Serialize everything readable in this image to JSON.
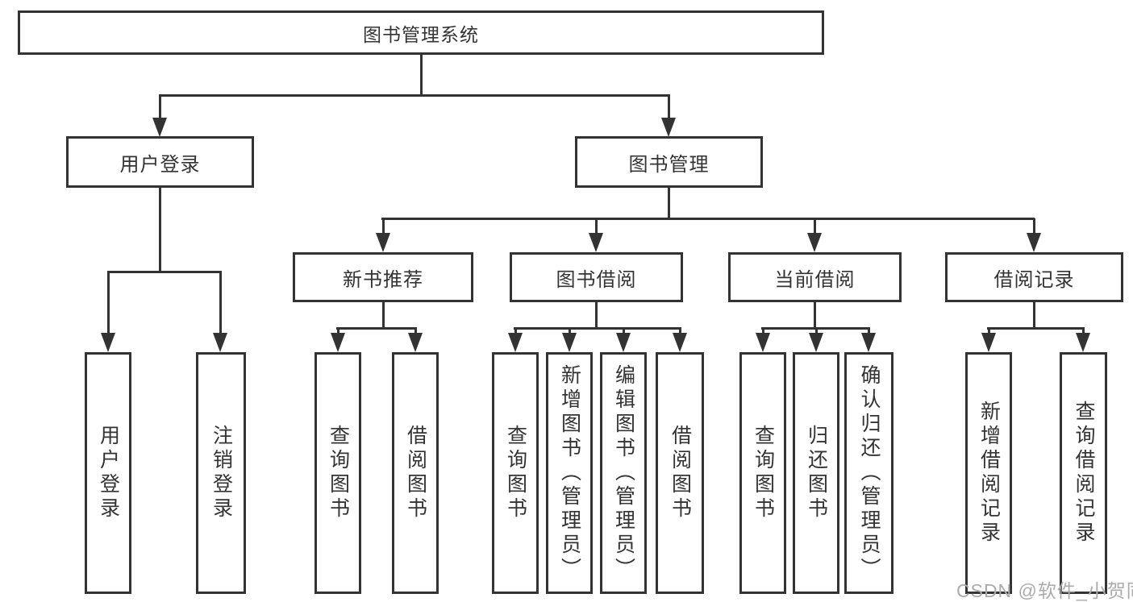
{
  "diagram": {
    "root": {
      "label": "图书管理系统"
    },
    "branches": [
      {
        "label": "用户登录",
        "children": [
          {
            "label": "用户登录"
          },
          {
            "label": "注销登录"
          }
        ]
      },
      {
        "label": "图书管理",
        "groups": [
          {
            "label": "新书推荐",
            "children": [
              {
                "label": "查询图书"
              },
              {
                "label": "借阅图书"
              }
            ]
          },
          {
            "label": "图书借阅",
            "children": [
              {
                "label": "查询图书"
              },
              {
                "label": "新增图书（管理员）"
              },
              {
                "label": "编辑图书（管理员）"
              },
              {
                "label": "借阅图书"
              }
            ]
          },
          {
            "label": "当前借阅",
            "children": [
              {
                "label": "查询图书"
              },
              {
                "label": "归还图书"
              },
              {
                "label": "确认归还（管理员）"
              }
            ]
          },
          {
            "label": "借阅记录",
            "children": [
              {
                "label": "新增借阅记录"
              },
              {
                "label": "查询借阅记录"
              }
            ]
          }
        ]
      }
    ]
  },
  "watermark": {
    "text": "CSDN @软件_小贺同学"
  },
  "colors": {
    "line": "#333333",
    "text": "#333333",
    "watermark": "#ababab",
    "background": "#ffffff"
  }
}
